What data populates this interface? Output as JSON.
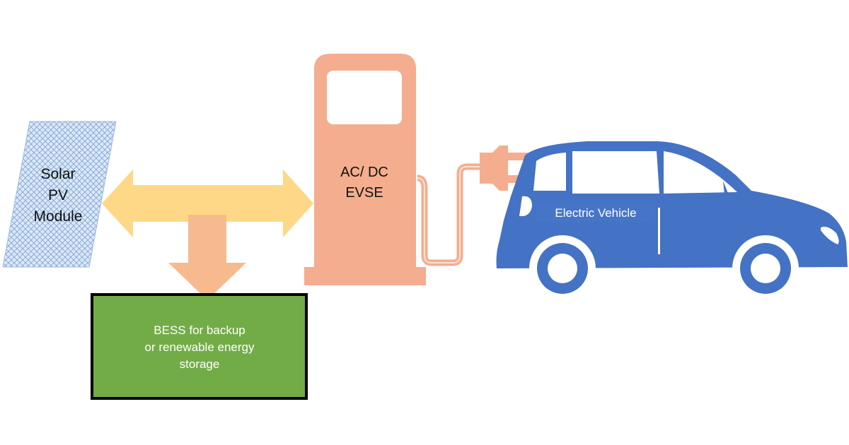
{
  "labels": {
    "solar": [
      "Solar",
      "PV",
      "Module"
    ],
    "evse": [
      "AC/ DC",
      "EVSE"
    ],
    "bess": [
      "BESS for backup",
      "or renewable energy",
      "storage"
    ],
    "ev": "Electric Vehicle"
  },
  "colors": {
    "solar_fill": "#dce8f6",
    "solar_grid": "#7fa6d6",
    "arrow_yellow": "#fed887",
    "arrow_orange": "#f7ba8e",
    "charger": "#f5ad8f",
    "charger_dark": "#f09a7c",
    "bess_fill": "#72ac47",
    "bess_border": "#000000",
    "car_body": "#4472c4",
    "car_window": "#ffffff",
    "plug": "#f5ad8f"
  },
  "icons": {
    "solar": "solar-panel-icon",
    "charger": "ev-charger-icon",
    "plug": "plug-icon",
    "car": "car-icon"
  }
}
